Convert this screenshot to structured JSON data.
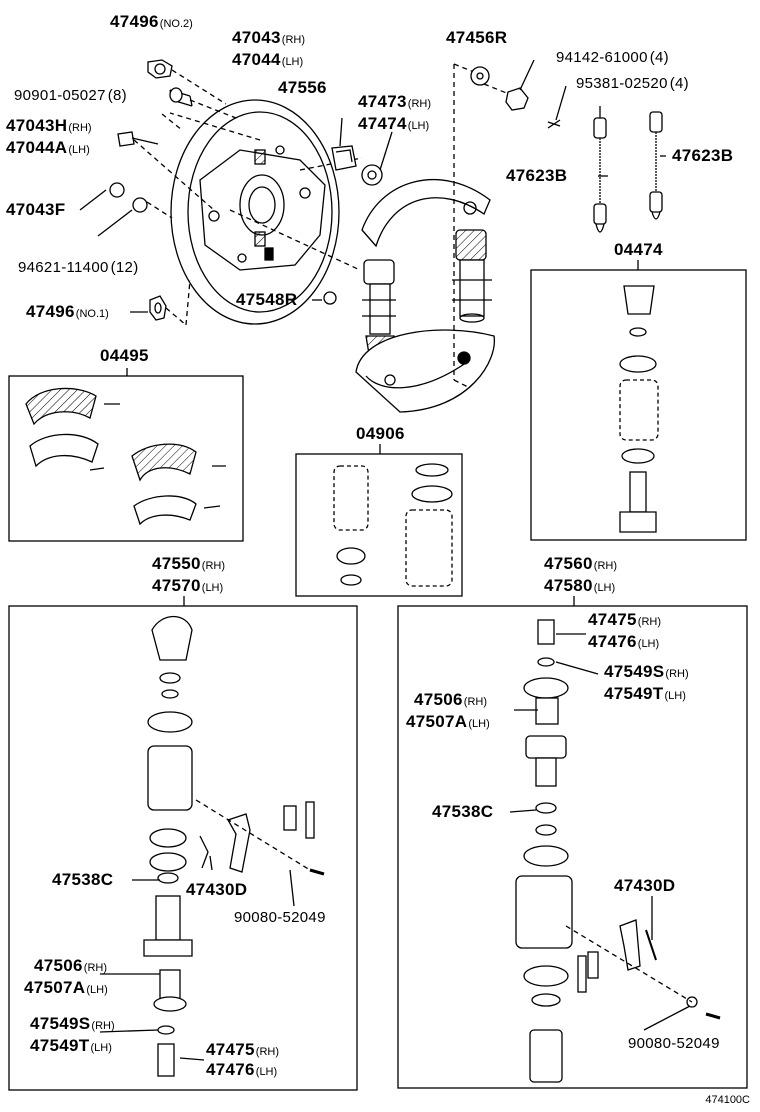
{
  "callouts": {
    "p47496_no2": {
      "part": "47496",
      "suffix": "(NO.2)"
    },
    "p47043_rh": {
      "part": "47043",
      "suffix": "(RH)"
    },
    "p47044_lh": {
      "part": "47044",
      "suffix": "(LH)"
    },
    "p90901": {
      "part": "90901-05027",
      "suffix": "(8)"
    },
    "p47556": {
      "part": "47556",
      "suffix": ""
    },
    "p47043h": {
      "part": "47043H",
      "suffix": "(RH)"
    },
    "p47044a": {
      "part": "47044A",
      "suffix": "(LH)"
    },
    "p47043f": {
      "part": "47043F",
      "suffix": ""
    },
    "p94621": {
      "part": "94621-11400",
      "suffix": "(12)"
    },
    "p47496_no1": {
      "part": "47496",
      "suffix": "(NO.1)"
    },
    "p47456r": {
      "part": "47456R",
      "suffix": ""
    },
    "p94142": {
      "part": "94142-61000",
      "suffix": "(4)"
    },
    "p95381": {
      "part": "95381-02520",
      "suffix": "(4)"
    },
    "p47473": {
      "part": "47473",
      "suffix": "(RH)"
    },
    "p47474": {
      "part": "47474",
      "suffix": "(LH)"
    },
    "p47623b_left": {
      "part": "47623B",
      "suffix": ""
    },
    "p47623b_right": {
      "part": "47623B",
      "suffix": ""
    },
    "p47548r": {
      "part": "47548R",
      "suffix": ""
    },
    "p04474": {
      "part": "04474",
      "suffix": ""
    },
    "p04495": {
      "part": "04495",
      "suffix": ""
    },
    "p04906": {
      "part": "04906",
      "suffix": ""
    },
    "p47550": {
      "part": "47550",
      "suffix": "(RH)"
    },
    "p47570": {
      "part": "47570",
      "suffix": "(LH)"
    },
    "p47560": {
      "part": "47560",
      "suffix": "(RH)"
    },
    "p47580": {
      "part": "47580",
      "suffix": "(LH)"
    },
    "p47475_r": {
      "part": "47475",
      "suffix": "(RH)"
    },
    "p47476_r": {
      "part": "47476",
      "suffix": "(LH)"
    },
    "p47549s_r": {
      "part": "47549S",
      "suffix": "(RH)"
    },
    "p47549t_r": {
      "part": "47549T",
      "suffix": "(LH)"
    },
    "p47506_r": {
      "part": "47506",
      "suffix": "(RH)"
    },
    "p47507a_r": {
      "part": "47507A",
      "suffix": "(LH)"
    },
    "p47538c_r": {
      "part": "47538C",
      "suffix": ""
    },
    "p47430d_r": {
      "part": "47430D",
      "suffix": ""
    },
    "p90080_r": {
      "part": "90080-52049",
      "suffix": ""
    },
    "p47538c_l": {
      "part": "47538C",
      "suffix": ""
    },
    "p47430d_l": {
      "part": "47430D",
      "suffix": ""
    },
    "p90080_l": {
      "part": "90080-52049",
      "suffix": ""
    },
    "p47506_l": {
      "part": "47506",
      "suffix": "(RH)"
    },
    "p47507a_l": {
      "part": "47507A",
      "suffix": "(LH)"
    },
    "p47549s_l": {
      "part": "47549S",
      "suffix": "(RH)"
    },
    "p47549t_l": {
      "part": "47549T",
      "suffix": "(LH)"
    },
    "p47475_l": {
      "part": "47475",
      "suffix": "(RH)"
    },
    "p47476_l": {
      "part": "47476",
      "suffix": "(LH)"
    }
  },
  "catalog_number": "474100C"
}
